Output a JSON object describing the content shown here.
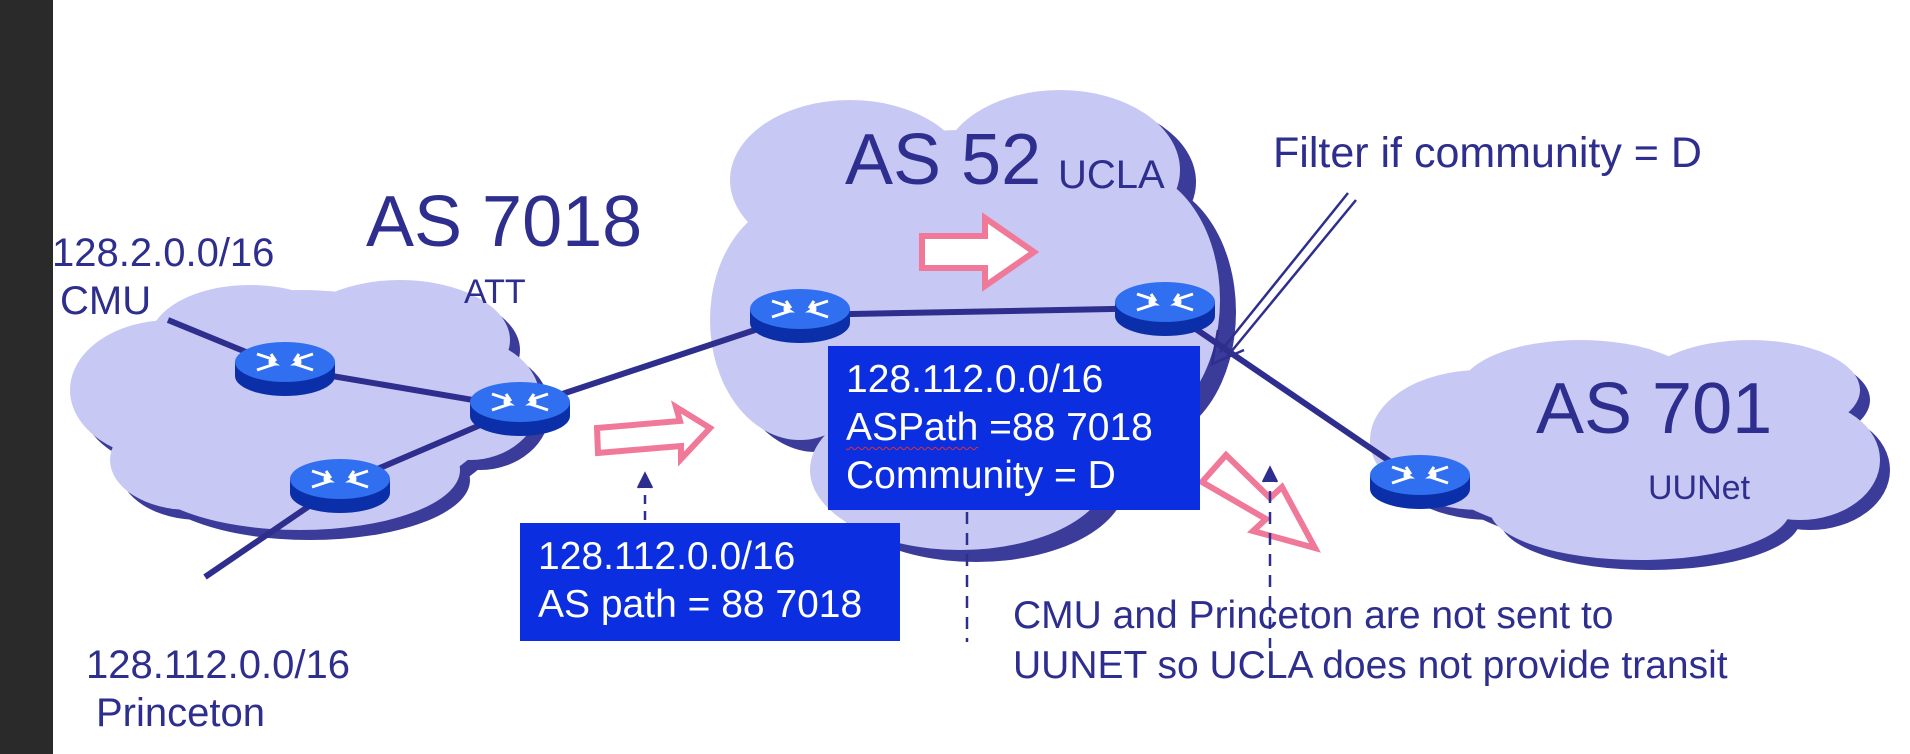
{
  "as7018": {
    "name": "AS  7018",
    "org": "ATT"
  },
  "as52": {
    "name": "AS 52",
    "org": "UCLA"
  },
  "as701": {
    "name": "AS 701",
    "org": "UUNet"
  },
  "cmu": {
    "prefix": "128.2.0.0/16",
    "name": "CMU"
  },
  "princeton": {
    "prefix": "128.112.0.0/16",
    "name": "Princeton"
  },
  "filter_note": "Filter if community = D",
  "announce_att": {
    "prefix": "128.112.0.0/16",
    "aspath": "AS path = 88 7018"
  },
  "announce_ucla": {
    "prefix": "128.112.0.0/16",
    "aspath_key": "ASPath",
    "aspath_val": " =88 7018",
    "community": "Community = D"
  },
  "conclusion": {
    "line1": "CMU and Princeton are not sent to",
    "line2": "UUNET so UCLA does not provide transit"
  },
  "colors": {
    "cloud": "#c8c8f4",
    "cloud_shadow": "#3b3b9a",
    "router": "#1f5fe0",
    "link": "#2e2e8e",
    "arrow": "#f07898",
    "box": "#0a2ee0",
    "text": "#2e2e8e"
  }
}
